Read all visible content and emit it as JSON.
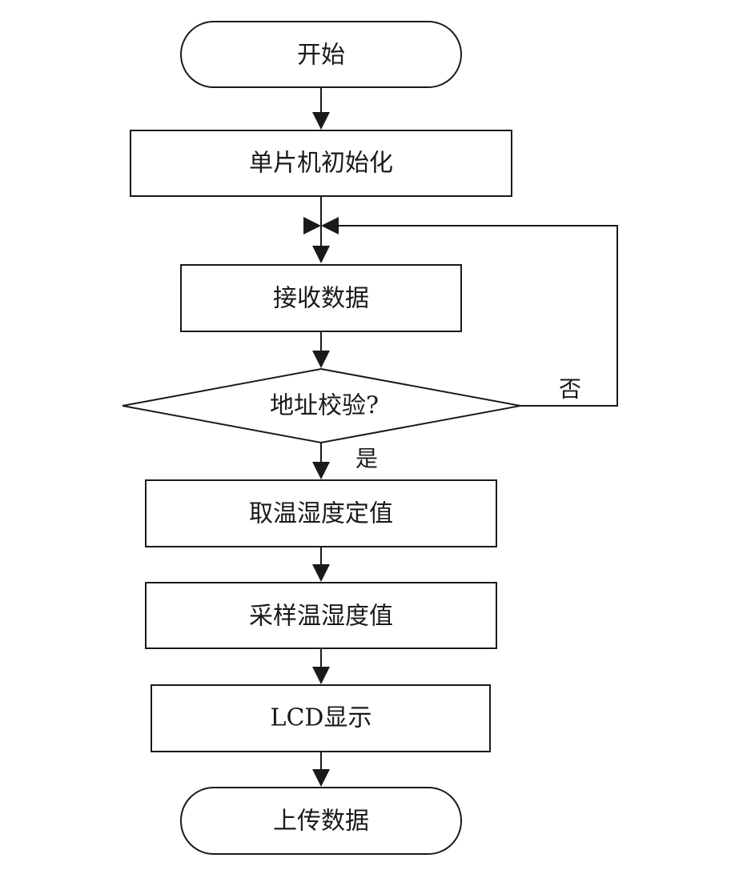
{
  "nodes": {
    "start": "开始",
    "init": "单片机初始化",
    "receive": "接收数据",
    "check": "地址校验?",
    "get_setpoint": "取温湿度定值",
    "sample": "采样温湿度值",
    "display": "LCD显示",
    "upload": "上传数据"
  },
  "edges": {
    "yes_label": "是",
    "no_label": "否"
  }
}
